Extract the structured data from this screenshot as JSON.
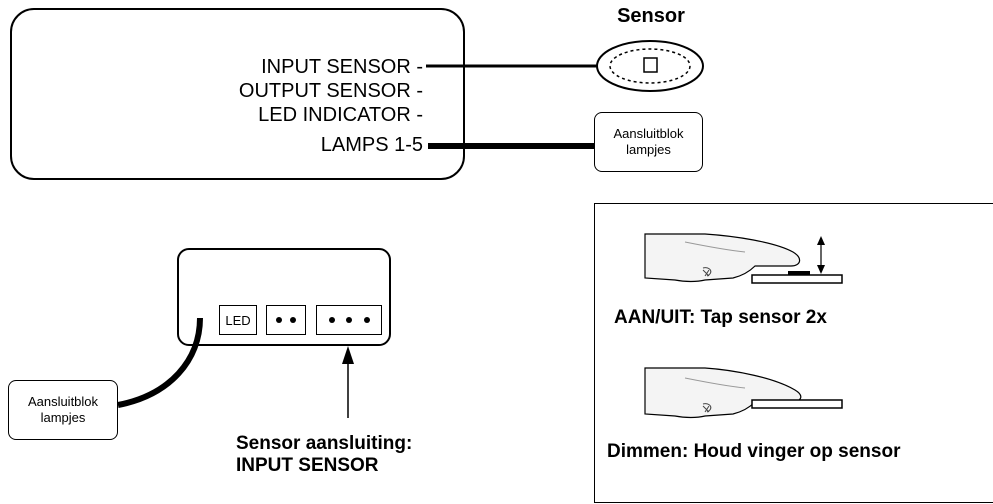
{
  "controller": {
    "ports": [
      "INPUT SENSOR -",
      "OUTPUT SENSOR -",
      "LED INDICATOR -",
      "LAMPS 1-5"
    ]
  },
  "sensor": {
    "title": "Sensor"
  },
  "blocks": {
    "top_line1": "Aansluitblok",
    "top_line2": "lampjes",
    "bottom_line1": "Aansluitblok",
    "bottom_line2": "lampjes"
  },
  "connector": {
    "led_label": "LED"
  },
  "captions": {
    "sensor_line1": "Sensor aansluiting:",
    "sensor_line2": "INPUT SENSOR",
    "tap": "AAN/UIT: Tap sensor 2x",
    "dim": "Dimmen: Houd vinger op sensor"
  },
  "icons": [
    "finger-tap-icon",
    "finger-hold-icon",
    "arrow-up-icon",
    "double-arrow-icon"
  ]
}
